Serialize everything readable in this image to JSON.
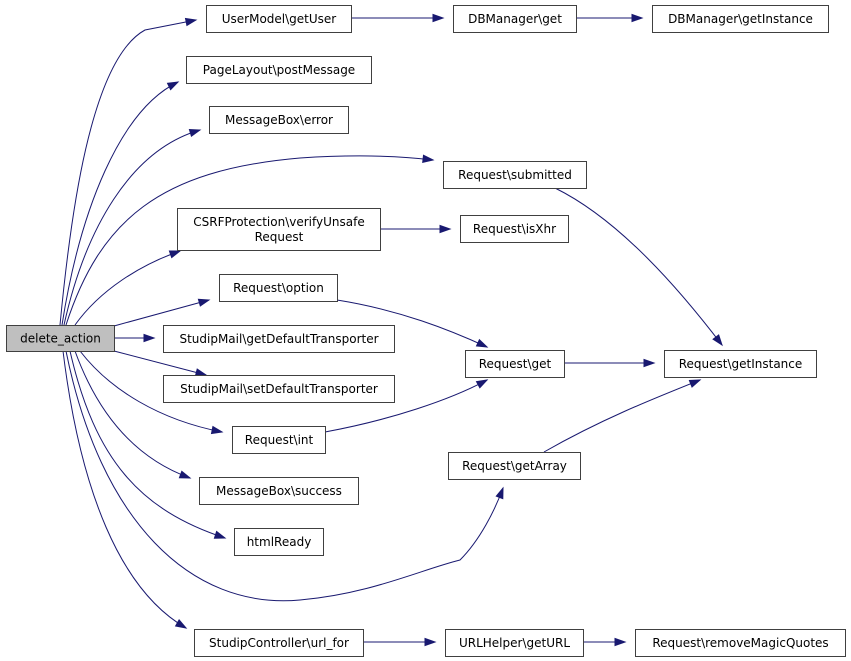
{
  "diagram": {
    "type": "call-graph",
    "root": "delete_action",
    "colors": {
      "edge": "#191970",
      "node_border": "#404040",
      "root_fill": "#bfbfbf",
      "node_fill": "#ffffff"
    },
    "nodes": [
      {
        "id": "delete_action",
        "lines": [
          "delete_action"
        ],
        "root": true
      },
      {
        "id": "usermodel_getuser",
        "lines": [
          "UserModel\\getUser"
        ]
      },
      {
        "id": "dbmanager_get",
        "lines": [
          "DBManager\\get"
        ]
      },
      {
        "id": "dbmanager_getinstance",
        "lines": [
          "DBManager\\getInstance"
        ]
      },
      {
        "id": "pagelayout_postmessage",
        "lines": [
          "PageLayout\\postMessage"
        ]
      },
      {
        "id": "messagebox_error",
        "lines": [
          "MessageBox\\error"
        ]
      },
      {
        "id": "request_submitted",
        "lines": [
          "Request\\submitted"
        ]
      },
      {
        "id": "csrf_verify",
        "lines": [
          "CSRFProtection\\verifyUnsafe",
          "Request"
        ]
      },
      {
        "id": "request_isxhr",
        "lines": [
          "Request\\isXhr"
        ]
      },
      {
        "id": "request_option",
        "lines": [
          "Request\\option"
        ]
      },
      {
        "id": "studipmail_getdefault",
        "lines": [
          "StudipMail\\getDefaultTransporter"
        ]
      },
      {
        "id": "studipmail_setdefault",
        "lines": [
          "StudipMail\\setDefaultTransporter"
        ]
      },
      {
        "id": "request_get",
        "lines": [
          "Request\\get"
        ]
      },
      {
        "id": "request_getinstance",
        "lines": [
          "Request\\getInstance"
        ]
      },
      {
        "id": "request_int",
        "lines": [
          "Request\\int"
        ]
      },
      {
        "id": "request_getarray",
        "lines": [
          "Request\\getArray"
        ]
      },
      {
        "id": "messagebox_success",
        "lines": [
          "MessageBox\\success"
        ]
      },
      {
        "id": "htmlready",
        "lines": [
          "htmlReady"
        ]
      },
      {
        "id": "studipcontroller_url_for",
        "lines": [
          "StudipController\\url_for"
        ]
      },
      {
        "id": "urlhelper_geturl",
        "lines": [
          "URLHelper\\getURL"
        ]
      },
      {
        "id": "request_removemagicquotes",
        "lines": [
          "Request\\removeMagicQuotes"
        ]
      }
    ],
    "edges": [
      {
        "from": "delete_action",
        "to": "usermodel_getuser"
      },
      {
        "from": "delete_action",
        "to": "pagelayout_postmessage"
      },
      {
        "from": "delete_action",
        "to": "messagebox_error"
      },
      {
        "from": "delete_action",
        "to": "request_submitted"
      },
      {
        "from": "delete_action",
        "to": "csrf_verify"
      },
      {
        "from": "delete_action",
        "to": "request_option"
      },
      {
        "from": "delete_action",
        "to": "studipmail_getdefault"
      },
      {
        "from": "delete_action",
        "to": "studipmail_setdefault"
      },
      {
        "from": "delete_action",
        "to": "request_int"
      },
      {
        "from": "delete_action",
        "to": "messagebox_success"
      },
      {
        "from": "delete_action",
        "to": "htmlready"
      },
      {
        "from": "delete_action",
        "to": "request_getarray"
      },
      {
        "from": "delete_action",
        "to": "studipcontroller_url_for"
      },
      {
        "from": "usermodel_getuser",
        "to": "dbmanager_get"
      },
      {
        "from": "dbmanager_get",
        "to": "dbmanager_getinstance"
      },
      {
        "from": "request_submitted",
        "to": "request_getinstance"
      },
      {
        "from": "csrf_verify",
        "to": "request_isxhr"
      },
      {
        "from": "request_option",
        "to": "request_get"
      },
      {
        "from": "request_int",
        "to": "request_get"
      },
      {
        "from": "request_get",
        "to": "request_getinstance"
      },
      {
        "from": "request_getarray",
        "to": "request_getinstance"
      },
      {
        "from": "studipcontroller_url_for",
        "to": "urlhelper_geturl"
      },
      {
        "from": "urlhelper_geturl",
        "to": "request_removemagicquotes"
      }
    ]
  }
}
